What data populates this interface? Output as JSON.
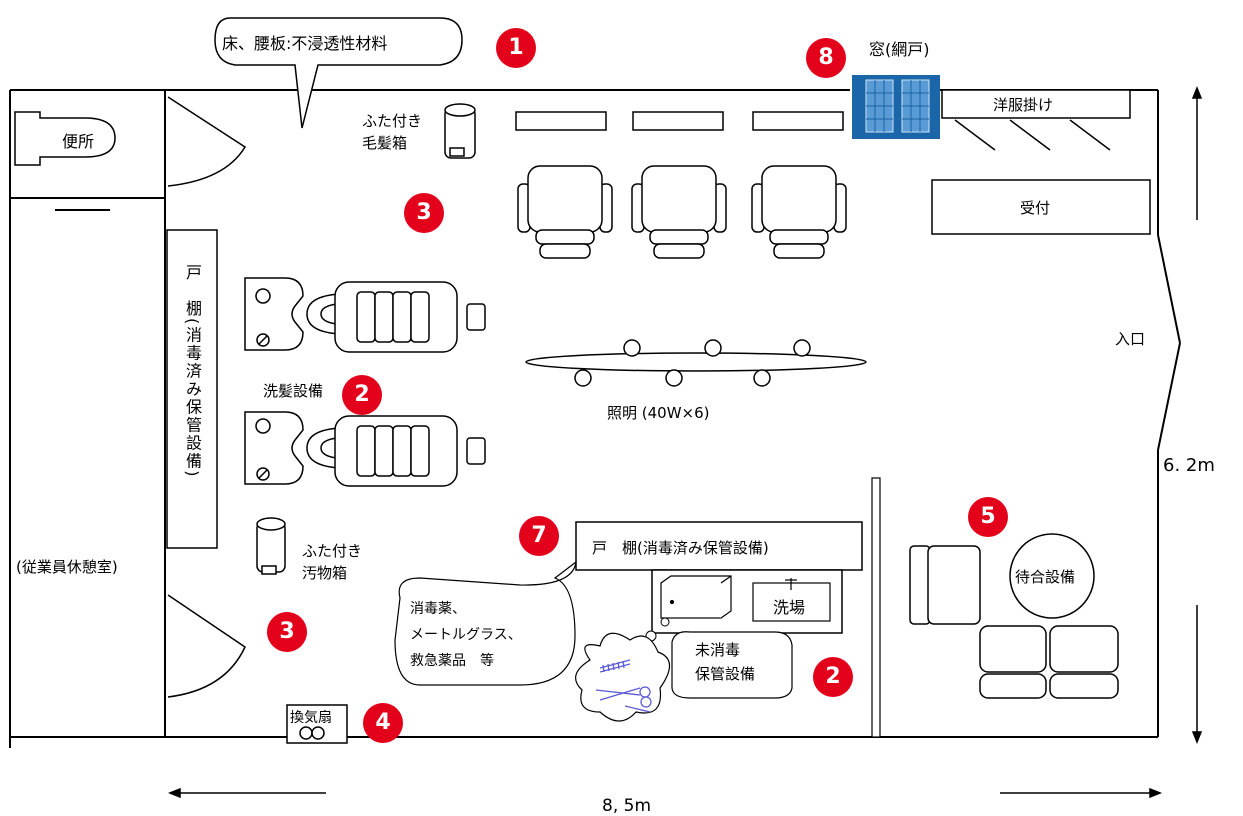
{
  "labels": {
    "floor_callout": "床、腰板:不浸透性材料",
    "window": "窓(網戸)",
    "toilet": "便所",
    "hair_box": "ふた付き\n毛髪箱",
    "clothes_hanger": "洋服掛け",
    "reception": "受付",
    "cabinet_vertical": "戸　棚(消毒済み保管設備)",
    "shampoo": "洗髪設備",
    "lighting": "照明 (40W×6)",
    "entrance": "入口",
    "height": "6. 2m",
    "break_room": "(従業員休憩室)",
    "waste_box": "ふた付き\n汚物箱",
    "cabinet_horizontal": "戸　棚(消毒済み保管設備)",
    "sink": "洗場",
    "supplies_callout": "消毒薬、\nメートルグラス、\n救急薬品　等",
    "unsterilized": "未消毒\n保管設備",
    "waiting": "待合設備",
    "fan": "換気扇",
    "width": "8, 5m"
  },
  "markers": [
    "1",
    "2",
    "2",
    "3",
    "3",
    "4",
    "5",
    "7",
    "8"
  ],
  "colors": {
    "marker": "#e3001b",
    "window_blue": "#1a66a8"
  }
}
